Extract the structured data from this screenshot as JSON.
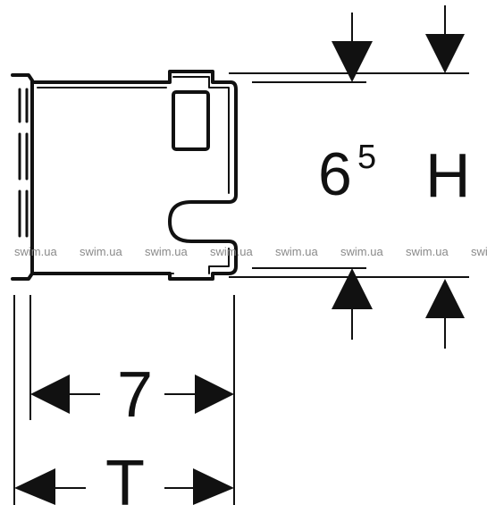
{
  "dimensions": {
    "height_value": "6",
    "height_superscript": "5",
    "height_symbol": "H",
    "width_value": "7",
    "width_symbol": "T"
  },
  "watermark": {
    "text": "swim.ua",
    "color": "#8a8a8a"
  },
  "colors": {
    "line": "#111111",
    "background": "#ffffff"
  }
}
